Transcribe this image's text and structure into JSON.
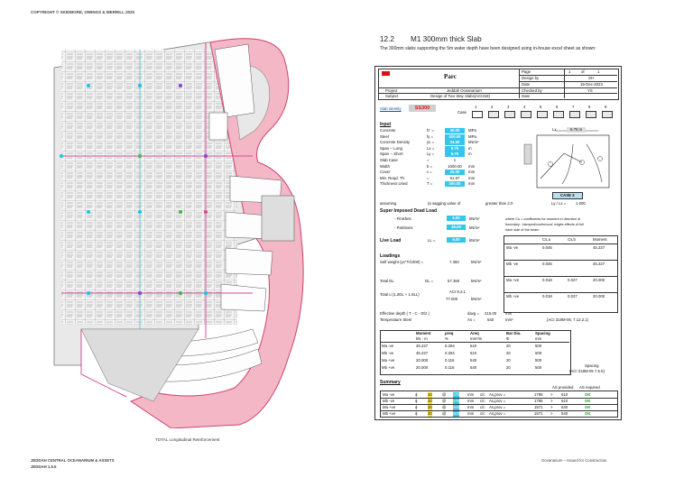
{
  "page": {
    "copyright": "COPYRIGHT © SKIDMORE, OWINGS & MERRILL 2020",
    "left_caption": "TOTAL Longitudinal Reinforcement",
    "footer_left_1": "JEDDAH CENTRAL OCEANARIUM & ASSETS",
    "footer_left_2": "JEDDAH 1.5.5",
    "footer_right": "Oceanarium – Issued for Construction"
  },
  "slab": {
    "section_number": "12.2",
    "section_title": "M1 300mm thick Slab",
    "intro": "The 300mm slabs supporting the 5m water depth have been designed using in-house excel sheet as shown:",
    "header": {
      "company": "Parc",
      "page_label": "Page",
      "page_no": "1",
      "of_label": "of",
      "page_total": "1",
      "design_by_label": "Design by",
      "design_by": "SH",
      "date_label": "Date",
      "date": "15-Dec-2023",
      "project_label": "Project",
      "project": "Jeddah Oceanarium",
      "subject_label": "Subject",
      "subject": "Design of Two Way Slabs(ACI318)",
      "checked_label": "Checked by",
      "checked": "YS",
      "date2_label": "Date",
      "date2": ""
    },
    "slab_identity_label": "Slab Identity",
    "slab_identity": "SS300",
    "case_label": "Case",
    "case_numbers": [
      "1",
      "2",
      "3",
      "4",
      "5",
      "6",
      "7",
      "8",
      "9"
    ],
    "input_title": "Input",
    "inputs": [
      {
        "label": "Concrete",
        "sym": "fc' =",
        "val": "40.00",
        "unit": "MPa"
      },
      {
        "label": "Steel",
        "sym": "fy =",
        "val": "420.00",
        "unit": "MPa"
      },
      {
        "label": "Concrete Density",
        "sym": "γc =",
        "val": "24.50",
        "unit": "kN/m³"
      },
      {
        "label": "Span  -- Long",
        "sym": "Lx =",
        "val": "5.75",
        "unit": "m"
      },
      {
        "label": "Span  -- Short",
        "sym": "Ly =",
        "val": "5.75",
        "unit": "m"
      },
      {
        "label": "Slab Case",
        "sym": "=",
        "val": "1",
        "unit": ""
      },
      {
        "label": "Width",
        "sym": "b =",
        "val": "1000.00",
        "unit": "mm"
      },
      {
        "label": "Cover",
        "sym": "c =",
        "val": "25.00",
        "unit": "mm"
      },
      {
        "label": "Min. Reqd. Th.",
        "sym": "=",
        "val": "51.67",
        "unit": "mm"
      },
      {
        "label": "Thickness Used",
        "sym": "T =",
        "val": "300.00",
        "unit": "mm"
      }
    ],
    "assuming": "assuming",
    "assuming_mid": "(a sagging value of",
    "assuming_end": "greater than 2.0",
    "ratio_label": "Ly / Lx =",
    "ratio": "1.000",
    "diagram_lx": "Lx",
    "diagram_span": "5.75 m",
    "case_box": "CASE 3",
    "sdl_title": "Super Imposed Dead Load",
    "sdl": [
      {
        "label": "- Finishes",
        "val": "5.00",
        "unit": "kN/m²"
      },
      {
        "label": "- Partitions",
        "val": "45.00",
        "unit": "kN/m²"
      }
    ],
    "live_label": "Live Load",
    "live_sym": "LL =",
    "live_val": "5.00",
    "live_unit": "kN/m²",
    "where_note": "where   Cs   = coefficients for moment in direction of",
    "where_note2": "boundary: 'clamped/continuous' edges effects of full",
    "where_note3": "each side of the beam",
    "loadings_title": "Loadings",
    "self_weight": {
      "label": "Self weight (γc*T/1000) =",
      "val": "7.350",
      "unit": "kN/m²"
    },
    "total_dl": {
      "label": "Total DL",
      "sym": "DL =",
      "val": "57.350",
      "unit": "kN/m²"
    },
    "total_u": {
      "label": "Total u (1.2DL + 1.6LL)",
      "sym": "ACI 9.2.1",
      "val": "77.000",
      "unit": "kN/m²"
    },
    "coeff_head": [
      "",
      "Cs,a",
      "Cs,b",
      "Moment"
    ],
    "coeff_rows": [
      {
        "name": "Ma -ve",
        "a": "0.045",
        "b": "",
        "m": "45.227"
      },
      {
        "name": "Mb -ve",
        "a": "0.045",
        "b": "",
        "m": "45.227"
      },
      {
        "name": "Ma +ve",
        "a": "0.018",
        "b": "0.027",
        "m": "20.000"
      },
      {
        "name": "Mb +ve",
        "a": "0.018",
        "b": "0.027",
        "m": "20.000"
      }
    ],
    "eff_depth": {
      "label": "Effective depth ( T - C - Φ/2 )",
      "sym": "davg =",
      "val": "215.00",
      "unit": "mm"
    },
    "temp_steel": {
      "label": "Temperature Steel",
      "sym": "As =",
      "val": "540",
      "unit": "mm²",
      "ref": "(ACI 318M-05, 7.12.2.1)"
    },
    "moment_table": {
      "head": [
        "",
        "Moment",
        "ρreq",
        "Areq",
        "Bar Dia.",
        "Spacing"
      ],
      "units": [
        "",
        "kN - m",
        "%",
        "mm²/m",
        "Φ",
        "mm"
      ],
      "rows": [
        [
          "Ma -ve",
          "45.227",
          "0.264",
          "610",
          "20",
          "500"
        ],
        [
          "Mb -ve",
          "45.227",
          "0.264",
          "610",
          "20",
          "500"
        ],
        [
          "Ma +ve",
          "20.000",
          "0.116",
          "540",
          "20",
          "500"
        ],
        [
          "Mb +ve",
          "20.000",
          "0.116",
          "540",
          "20",
          "500"
        ]
      ],
      "note1": "Spacing",
      "note2": "(ACI 318M-05 7.6.5)"
    },
    "summary_title": "Summary",
    "summary_head_1": "AS provided",
    "summary_head_2": "AS required",
    "summary_rows": [
      {
        "name": "Ma -ve",
        "bar": "20",
        "at": "@",
        "sp": "175",
        "a1": "mm",
        "a2": "c/c",
        "req_sym": "As,prov =",
        "prov": "1795",
        "gt": ">",
        "req": "610",
        "ok": "OK"
      },
      {
        "name": "Mb -ve",
        "bar": "20",
        "at": "@",
        "sp": "175",
        "a1": "mm",
        "a2": "c/c",
        "req_sym": "As,prov =",
        "prov": "1795",
        "gt": ">",
        "req": "610",
        "ok": "OK"
      },
      {
        "name": "Ma +ve",
        "bar": "20",
        "at": "@",
        "sp": "200",
        "a1": "mm",
        "a2": "c/c",
        "req_sym": "As,prov =",
        "prov": "1571",
        "gt": ">",
        "req": "540",
        "ok": "OK"
      },
      {
        "name": "Mb +ve",
        "bar": "20",
        "at": "@",
        "sp": "200",
        "a1": "mm",
        "a2": "c/c",
        "req_sym": "As,prov =",
        "prov": "1571",
        "gt": ">",
        "req": "540",
        "ok": "OK"
      }
    ],
    "colors": {
      "yellow": "#f6e03a",
      "cyan": "#33c6ec",
      "ok_green": "#1a9c2a",
      "plan_pink": "#e05a86"
    }
  }
}
